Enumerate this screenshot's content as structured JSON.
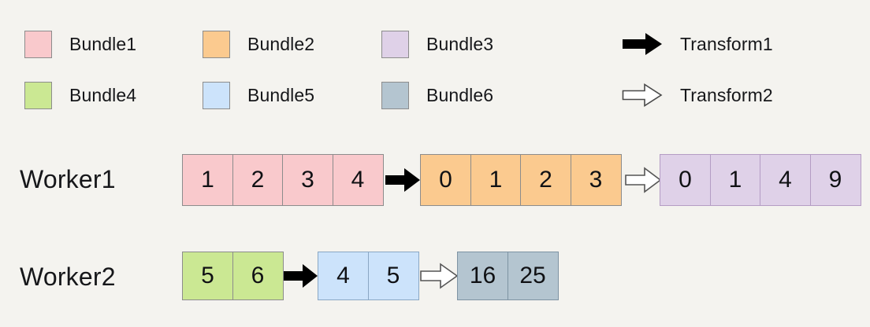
{
  "background_color": "#f4f3ef",
  "legend": {
    "bundles": [
      {
        "label": "Bundle1",
        "color": "#f9c9cc",
        "icon": "color-swatch"
      },
      {
        "label": "Bundle2",
        "color": "#fbca8f",
        "icon": "color-swatch"
      },
      {
        "label": "Bundle3",
        "color": "#dfd1e8",
        "icon": "color-swatch"
      },
      {
        "label": "Bundle4",
        "color": "#cbe893",
        "icon": "color-swatch"
      },
      {
        "label": "Bundle5",
        "color": "#cce3fb",
        "icon": "color-swatch"
      },
      {
        "label": "Bundle6",
        "color": "#b4c5d0",
        "icon": "color-swatch"
      }
    ],
    "transforms": [
      {
        "label": "Transform1",
        "icon": "solid-right-arrow-icon",
        "style": "solid",
        "color": "#000000"
      },
      {
        "label": "Transform2",
        "icon": "hollow-right-arrow-icon",
        "style": "hollow",
        "color": "#ffffff"
      }
    ]
  },
  "workers": [
    {
      "name": "Worker1",
      "stages": [
        {
          "bundle": "Bundle1",
          "color": "#f9c9cc",
          "values": [
            "1",
            "2",
            "3",
            "4"
          ]
        },
        {
          "bundle": "Bundle2",
          "color": "#fbca8f",
          "values": [
            "0",
            "1",
            "2",
            "3"
          ]
        },
        {
          "bundle": "Bundle3",
          "color": "#dfd1e8",
          "values": [
            "0",
            "1",
            "4",
            "9"
          ]
        }
      ],
      "transitions": [
        "Transform1",
        "Transform2"
      ]
    },
    {
      "name": "Worker2",
      "stages": [
        {
          "bundle": "Bundle4",
          "color": "#cbe893",
          "values": [
            "5",
            "6"
          ]
        },
        {
          "bundle": "Bundle5",
          "color": "#cce3fb",
          "values": [
            "4",
            "5"
          ]
        },
        {
          "bundle": "Bundle6",
          "color": "#b4c5d0",
          "values": [
            "16",
            "25"
          ]
        }
      ],
      "transitions": [
        "Transform1",
        "Transform2"
      ]
    }
  ]
}
